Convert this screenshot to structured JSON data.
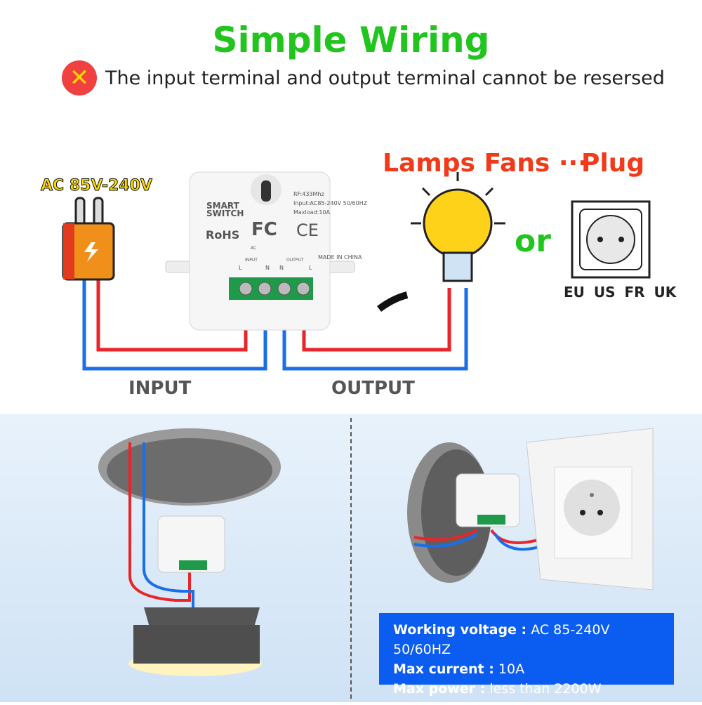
{
  "title": "Simple Wiring",
  "warning": {
    "icon": "red-x-circle-icon",
    "text": "The input terminal and output terminal cannot be resersed"
  },
  "power_label": "AC 85V-240V",
  "loads_label": "Lamps Fans ···",
  "plug_label": "Plug",
  "or_label": "or",
  "plug_regions": "EU US FR UK",
  "input_label": "INPUT",
  "output_label": "OUTPUT",
  "device": {
    "name": "SMART SWITCH",
    "rf": "RF:433Mhz",
    "input": "Input:AC85-240V 50/60HZ",
    "maxload": "Maxload:10A",
    "certs": [
      "RoHS",
      "FC",
      "CE"
    ],
    "made_in": "MADE IN CHINA",
    "ac": "AC",
    "input_term": "INPUT",
    "output_term": "OUTPUT",
    "terminals": [
      "L",
      "N",
      "N",
      "L"
    ]
  },
  "specs": [
    {
      "label": "Working voltage :",
      "value": "AC 85-240V 50/60HZ"
    },
    {
      "label": "Max current :",
      "value": "10A"
    },
    {
      "label": "Max power :",
      "value": "less than 2200W"
    }
  ],
  "colors": {
    "title": "#22c41e",
    "accent_red": "#f03a1a",
    "wire_red": "#e8262a",
    "wire_blue": "#1a6ee8",
    "spec_bg": "#0b5cf0"
  }
}
